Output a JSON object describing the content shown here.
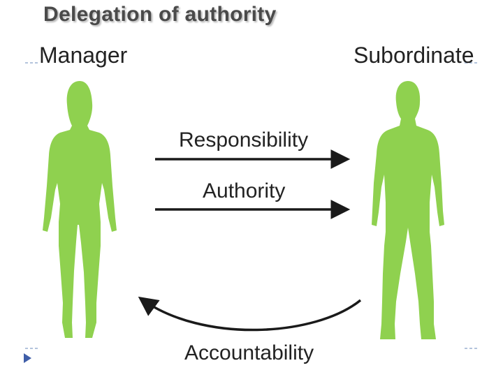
{
  "slide": {
    "title": "Delegation of authority"
  },
  "diagram": {
    "left_role": "Manager",
    "right_role": "Subordinate",
    "flows": [
      {
        "label": "Responsibility",
        "direction": "manager-to-subordinate"
      },
      {
        "label": "Authority",
        "direction": "manager-to-subordinate"
      },
      {
        "label": "Accountability",
        "direction": "subordinate-to-manager"
      }
    ]
  },
  "icons": {
    "left_figure": "female-silhouette-icon",
    "right_figure": "male-silhouette-icon",
    "nav": "play-triangle-icon"
  },
  "colors": {
    "figure": "#8fd14f",
    "arrow": "#1a1a1a",
    "title": "#4a4a4a",
    "nav": "#3f5ea8",
    "dash": "#9ab0d0"
  }
}
